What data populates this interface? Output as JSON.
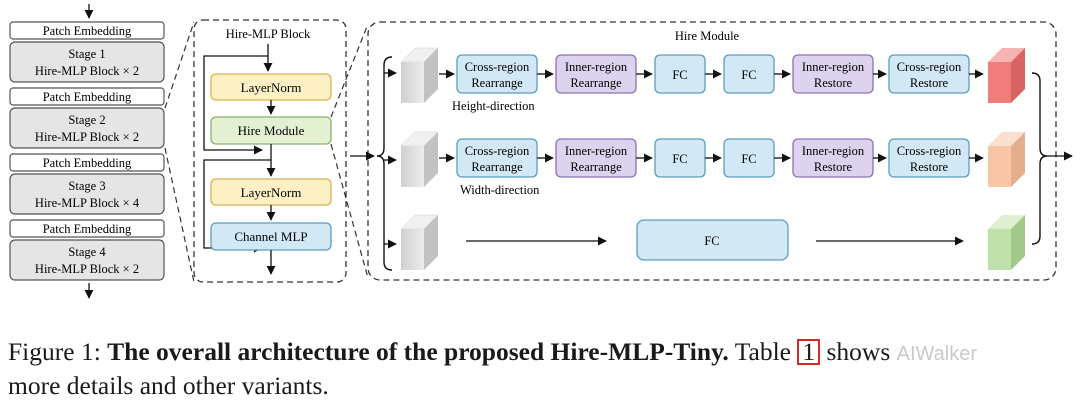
{
  "stages": {
    "patch_embedding": "Patch Embedding",
    "s1_title": "Stage 1",
    "s1_body": "Hire-MLP Block × 2",
    "s2_title": "Stage 2",
    "s2_body": "Hire-MLP Block × 2",
    "s3_title": "Stage 3",
    "s3_body": "Hire-MLP Block × 4",
    "s4_title": "Stage 4",
    "s4_body": "Hire-MLP Block × 2"
  },
  "block": {
    "title": "Hire-MLP Block",
    "layernorm": "LayerNorm",
    "hire_module": "Hire Module",
    "channel_mlp": "Channel MLP"
  },
  "module": {
    "title": "Hire Module",
    "cross_region": "Cross-region",
    "inner_region": "Inner-region",
    "rearrange": "Rearrange",
    "restore": "Restore",
    "fc": "FC",
    "height_label": "Height-direction",
    "width_label": "Width-direction"
  },
  "caption": {
    "prefix": "Figure 1:",
    "bold": "The overall architecture of the proposed Hire-MLP-Tiny.",
    "table_word": "Table",
    "ref": "1",
    "rest": "shows",
    "line2": "more details and other variants.",
    "watermark": "AIWalker"
  },
  "colors": {
    "yellow_fill": "#fdf0c4",
    "yellow_stroke": "#d9b24e",
    "green_fill": "#e3f0d2",
    "green_stroke": "#88b26a",
    "blue_fill": "#d2e8f5",
    "blue_stroke": "#5d9bc0",
    "purple_fill": "#ddd3ee",
    "purple_stroke": "#8a74b4",
    "stage_fill": "#e5e5e5",
    "stage_stroke": "#555555",
    "out_red": "#f07c7c",
    "out_peach": "#f6c6a7",
    "out_green": "#bfe0a8",
    "ref_red": "#d42a2a"
  }
}
